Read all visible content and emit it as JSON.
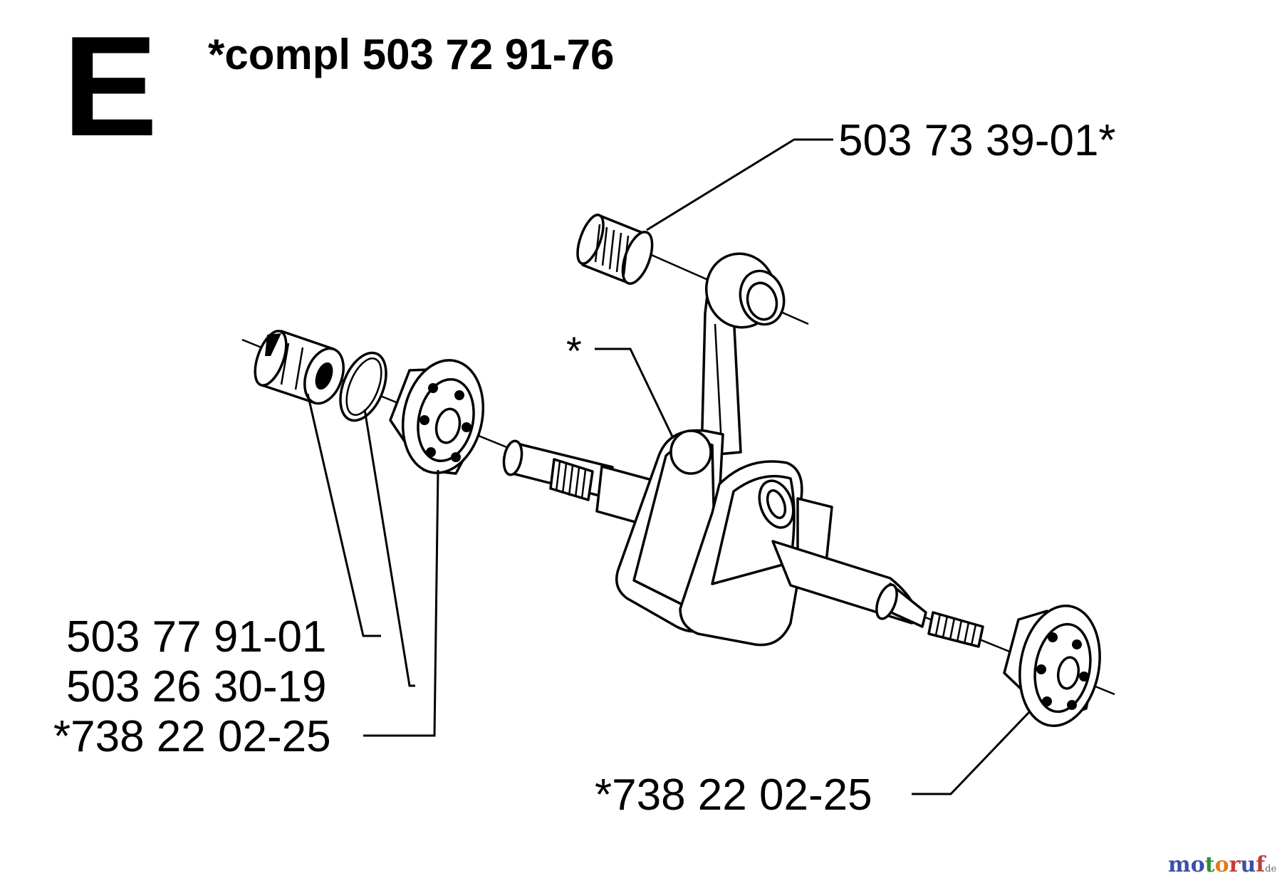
{
  "header": {
    "section_letter": "E",
    "assembly_title": "*compl 503 72 91-76"
  },
  "callouts": {
    "small_end_bearing": "503 73 39-01*",
    "crankshaft_mark": "*",
    "seal": "503 77 91-01",
    "o_ring": "503 26 30-19",
    "bearing_left": "*738 22 02-25",
    "bearing_right": "*738 22 02-25"
  },
  "watermark": {
    "brand": "motoruf",
    "suffix": ".de",
    "colors": {
      "m": "#3a4fa8",
      "o1": "#3a4fa8",
      "t": "#2f8f3a",
      "o2": "#e07b1a",
      "r": "#c23b3b",
      "u": "#3a4fa8",
      "f": "#c23b3b",
      "suffix": "#666666"
    }
  }
}
